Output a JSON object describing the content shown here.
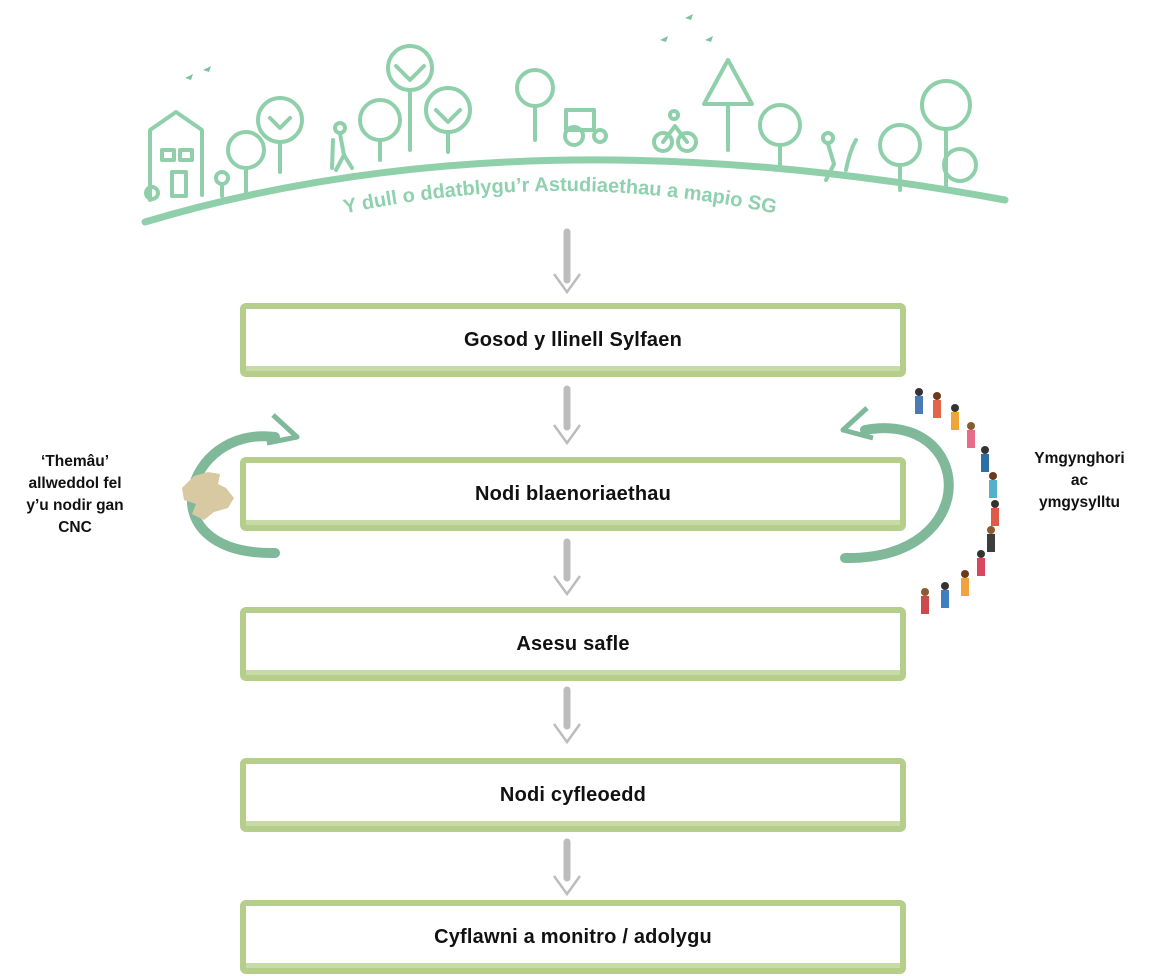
{
  "header": {
    "arc_title": "Y dull o ddatblygu’r Astudiaethau a mapio SG",
    "accent_color": "#7fc39d"
  },
  "steps": [
    {
      "label": "Gosod y llinell Sylfaen"
    },
    {
      "label": "Nodi blaenoriaethau"
    },
    {
      "label": "Asesu safle"
    },
    {
      "label": "Nodi cyfleoedd"
    },
    {
      "label": "Cyflawni a monitro / adolygu"
    }
  ],
  "left_loop": {
    "lines": [
      "‘Themâu’",
      "allweddol fel",
      "y’u nodir gan",
      "CNC"
    ],
    "icon": "wales-map-icon"
  },
  "right_loop": {
    "lines": [
      "Ymgynghori",
      "ac",
      "ymgysylltu"
    ],
    "icon": "people-ring-icon"
  },
  "colors": {
    "box_border": "#b5ce8c",
    "loop_arrow": "#7fb99a",
    "down_arrow": "#bcbcbc",
    "map_fill": "#d8c9a3"
  }
}
